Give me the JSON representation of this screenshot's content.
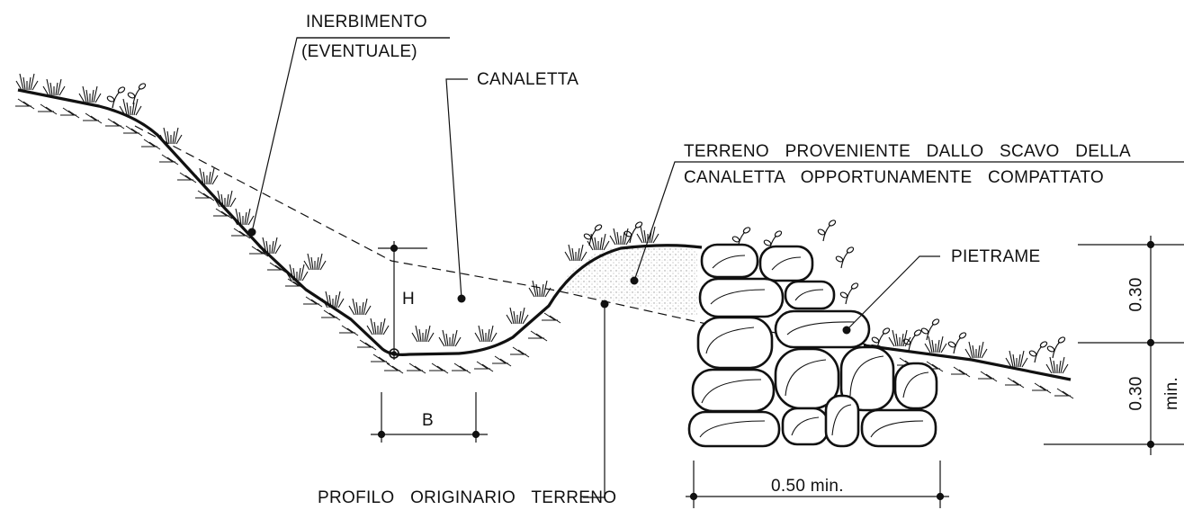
{
  "labels": {
    "inerbimento_line1": "INERBIMENTO",
    "inerbimento_line2": "(EVENTUALE)",
    "canaletta": "CANALETTA",
    "terreno_line1": "TERRENO PROVENIENTE DALLO SCAVO DELLA",
    "terreno_line2": "CANALETTA OPPORTUNAMENTE COMPATTATO",
    "pietrame": "PIETRAME",
    "profilo": "PROFILO ORIGINARIO TERRENO"
  },
  "dimensions": {
    "h": "H",
    "b": "B",
    "base_width": "0.50 min.",
    "upper_height": "0.30",
    "lower_height": "0.30",
    "lower_height_note": "min."
  },
  "colors": {
    "ink": "#111111",
    "fill_stipple": "#bdbdbd"
  }
}
